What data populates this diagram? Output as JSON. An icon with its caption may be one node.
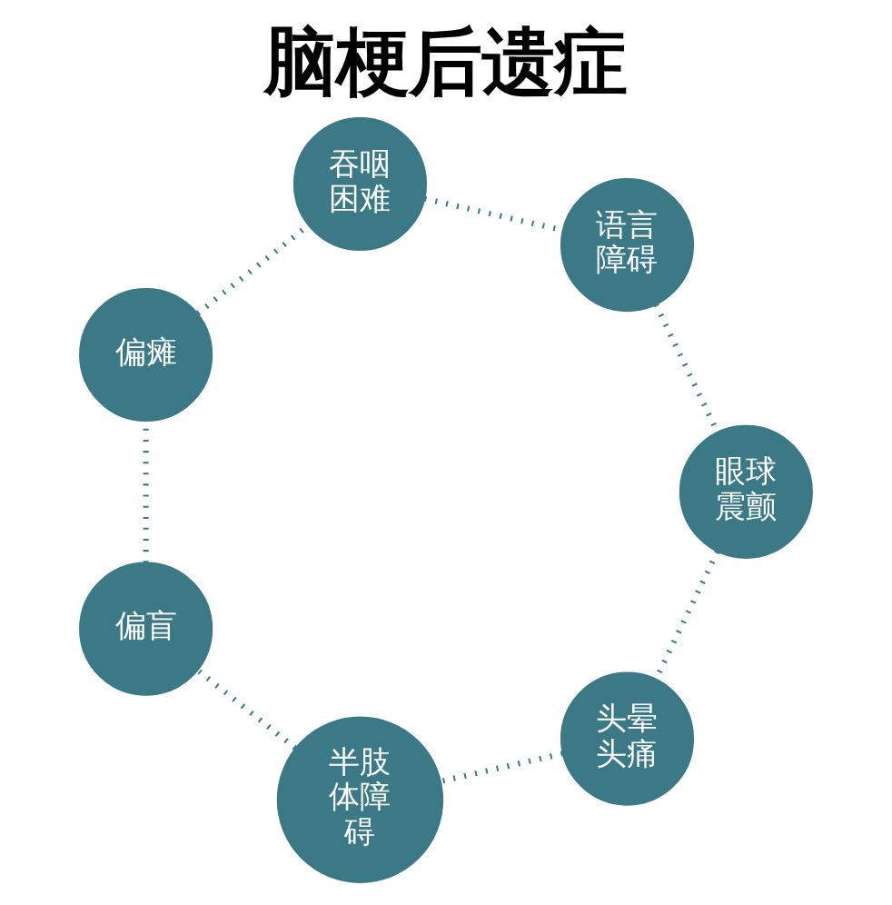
{
  "diagram": {
    "title": "脑梗后遗症",
    "nodes": [
      {
        "text": [
          "吞咽困难"
        ]
      },
      {
        "text": [
          "语言障碍"
        ]
      },
      {
        "text": [
          "眼球震颤"
        ]
      },
      {
        "text": [
          "头晕头痛"
        ]
      },
      {
        "text": [
          "半肢体障碍"
        ]
      },
      {
        "text": [
          "偏盲"
        ]
      },
      {
        "text": [
          "偏瘫"
        ]
      }
    ],
    "edges": [
      {
        "from": 0,
        "to": 1,
        "arrow": "none",
        "style": "dashed"
      },
      {
        "from": 1,
        "to": 2,
        "arrow": "none",
        "style": "dashed"
      },
      {
        "from": 2,
        "to": 3,
        "arrow": "none",
        "style": "dashed"
      },
      {
        "from": 3,
        "to": 4,
        "arrow": "none",
        "style": "dashed"
      },
      {
        "from": 4,
        "to": 5,
        "arrow": "none",
        "style": "dashed"
      },
      {
        "from": 5,
        "to": 6,
        "arrow": "none",
        "style": "dashed"
      },
      {
        "from": 6,
        "to": 0,
        "arrow": "none",
        "style": "dashed"
      }
    ]
  }
}
